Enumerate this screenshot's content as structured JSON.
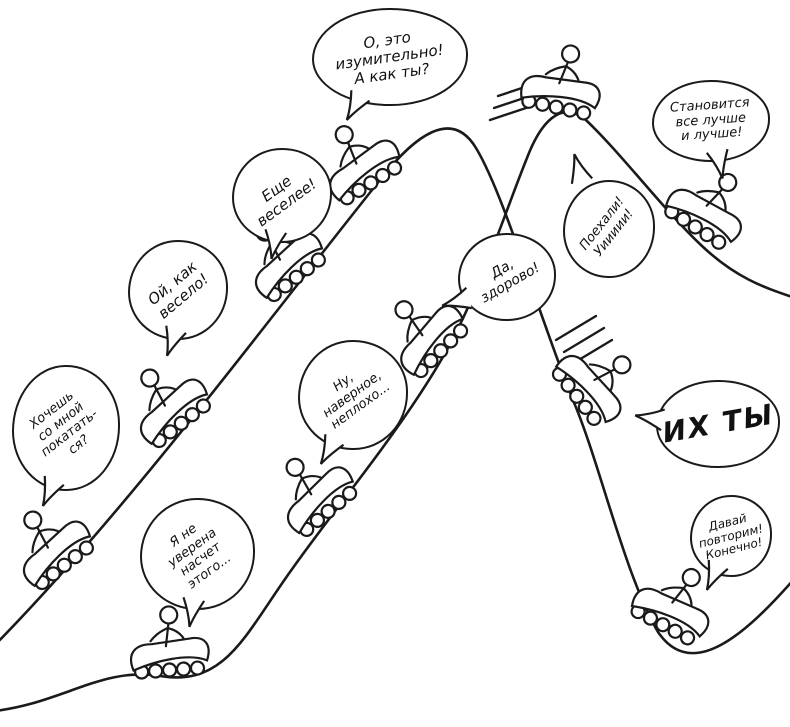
{
  "scene": {
    "title": "Roller coaster mood cartoon",
    "ink_color": "#1a1a1a",
    "paper_color": "#ffffff"
  },
  "riders": [
    {
      "name": "amazing",
      "text": "О, это\nизумительно!\nА как ты?"
    },
    {
      "name": "even-more-fun",
      "text": "Еще\nвеселее!"
    },
    {
      "name": "so-fun",
      "text": "Ой, как\nвесело!"
    },
    {
      "name": "invitation",
      "text": "Хочешь\nсо мной\nпокатать-\nся?"
    },
    {
      "name": "not-sure",
      "text": "Я не\nуверена\nнасчет\nэтого..."
    },
    {
      "name": "maybe-ok",
      "text": "Ну,\nнаверное,\nнеплохо..."
    },
    {
      "name": "yes-great",
      "text": "Да,\nздорово!"
    },
    {
      "name": "lets-go",
      "text": "Поехали!\nУиииии!"
    },
    {
      "name": "better-and-better",
      "text": "Становится\nвсе лучше\nи лучше!"
    },
    {
      "name": "wow",
      "text": "ИХ ТЫ"
    },
    {
      "name": "again",
      "text": "Давай\nповторим!\nКонечно!"
    }
  ]
}
